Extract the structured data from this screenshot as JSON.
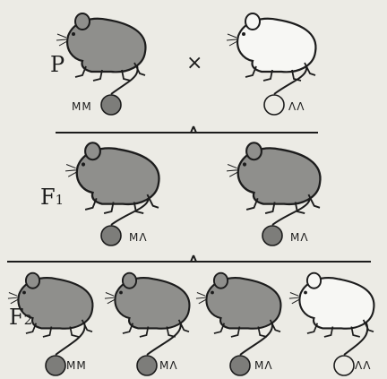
{
  "parents": {
    "label": "P",
    "cross": "×",
    "left": {
      "genotype": "MM",
      "fur": "dark"
    },
    "right": {
      "genotype": "ΛΛ",
      "fur": "white"
    }
  },
  "f1": {
    "label": "F",
    "sub": "1",
    "left": {
      "genotype": "MΛ",
      "fur": "dark"
    },
    "right": {
      "genotype": "MΛ",
      "fur": "dark"
    }
  },
  "f2": {
    "label": "F",
    "sub": "2",
    "mice": [
      {
        "genotype": "MM",
        "fur": "dark"
      },
      {
        "genotype": "MΛ",
        "fur": "dark"
      },
      {
        "genotype": "MΛ",
        "fur": "dark"
      },
      {
        "genotype": "ΛΛ",
        "fur": "white"
      }
    ]
  },
  "colors": {
    "dark_fur": "#8f8f8c",
    "white_fur": "#f7f7f4",
    "ink": "#1c1c1c",
    "paper": "#ecebe5",
    "dot_fill": "#7d7d7a"
  }
}
